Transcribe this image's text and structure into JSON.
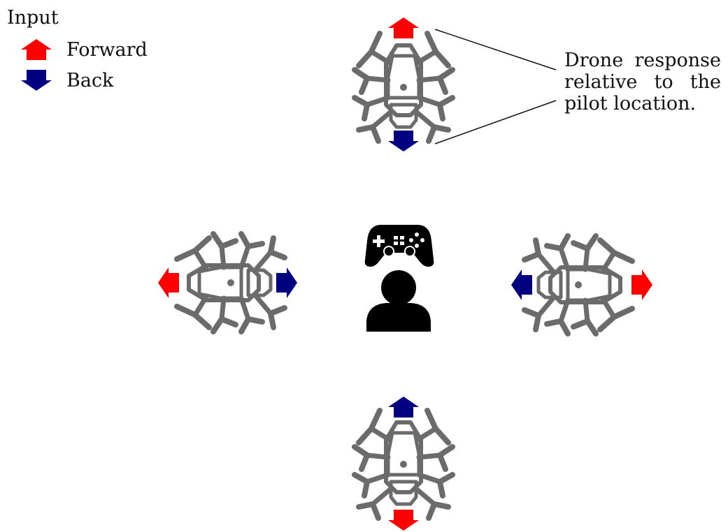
{
  "legend": {
    "title": "Input",
    "forward_label": "Forward",
    "back_label": "Back"
  },
  "annotation": {
    "line1": "Drone response",
    "line2": "relative to the",
    "line3": "pilot location."
  },
  "colors": {
    "forward": "#ff0000",
    "back": "#000080",
    "drone": "#6b6b6b",
    "pilot": "#000000"
  },
  "icons": [
    "drone-icon",
    "game-controller-icon",
    "pilot-person-icon",
    "arrow-icon"
  ]
}
